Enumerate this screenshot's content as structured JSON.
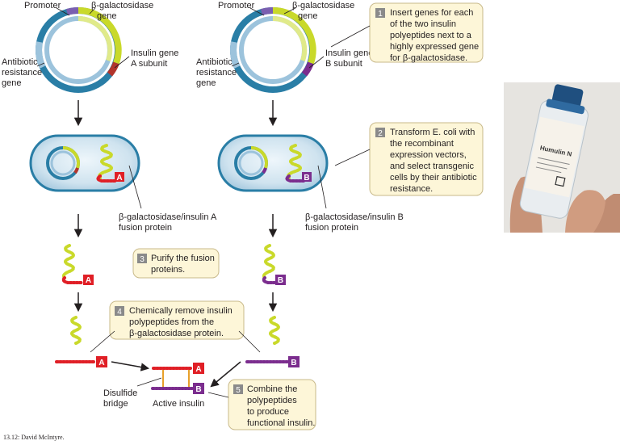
{
  "plasmid_labels": {
    "promoter": "Promoter",
    "beta_gal_gene": [
      "β-galactosidase",
      "gene"
    ],
    "antibiotic": [
      "Antibiotic",
      "resistance",
      "gene"
    ],
    "insulin_a_gene": [
      "Insulin gene",
      "A subunit"
    ],
    "insulin_b_gene": [
      "Insulin gene",
      "B subunit"
    ]
  },
  "fusion_labels": {
    "a": [
      "β-galactosidase/insulin A",
      "fusion protein"
    ],
    "b": [
      "β-galactosidase/insulin B",
      "fusion protein"
    ]
  },
  "tags": {
    "a": "A",
    "b": "B"
  },
  "steps": [
    {
      "num": "1",
      "lines": [
        "Insert genes for each",
        "of the two insulin",
        "polyeptides next to a",
        "highly expressed gene",
        "for β-galactosidase."
      ]
    },
    {
      "num": "2",
      "lines": [
        "Transform E. coli with",
        "the recombinant",
        "expression vectors,",
        "and select transgenic",
        "cells by their antibiotic",
        "resistance."
      ]
    },
    {
      "num": "3",
      "lines": [
        "Purify the fusion",
        "proteins."
      ]
    },
    {
      "num": "4",
      "lines": [
        "Chemically remove insulin",
        "polypeptides from the",
        "β-galactosidase protein."
      ]
    },
    {
      "num": "5",
      "lines": [
        "Combine the",
        "polypeptides",
        "to produce",
        "functional insulin."
      ]
    }
  ],
  "bottom_labels": {
    "disulfide": [
      "Disulfide",
      "bridge"
    ],
    "active_insulin": "Active insulin"
  },
  "vial": {
    "brand": "Humulin N"
  },
  "credit": "13.12: David McIntyre.",
  "colors": {
    "dark_blue": "#2a7ea6",
    "light_blue": "#9cc3dc",
    "purple": "#7b2d8e",
    "lime": "#c9d92a",
    "red": "#e01f26",
    "orange": "#e8a02b",
    "box_fill": "#fdf6d8",
    "box_stroke": "#c8b98a",
    "num_fill": "#8a8a8a"
  }
}
